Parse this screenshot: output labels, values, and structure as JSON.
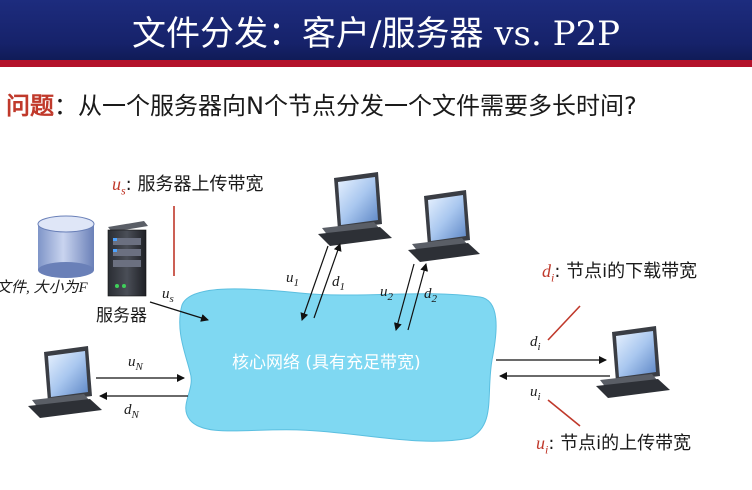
{
  "slide": {
    "title": "文件分发：客户/服务器 vs. P2P",
    "question_label": "问题",
    "question_text": "：从一个服务器向N个节点分发一个文件需要多长时间?"
  },
  "labels": {
    "us_sym": "u",
    "us_sub": "s",
    "us_desc": ": 服务器上传带宽",
    "file_desc": "文件, 大小为F",
    "server_caption": "服务器",
    "server_link_sym": "u",
    "server_link_sub": "s",
    "network": "核心网络 (具有充足带宽)",
    "u1": "u",
    "u1_sub": "1",
    "d1": "d",
    "d1_sub": "1",
    "u2": "u",
    "u2_sub": "2",
    "d2": "d",
    "d2_sub": "2",
    "uN": "u",
    "uN_sub": "N",
    "dN": "d",
    "dN_sub": "N",
    "di": "d",
    "di_sub": "i",
    "ui": "u",
    "ui_sub": "i",
    "di_sym": "d",
    "di_sym_sub": "i",
    "di_desc": ": 节点i的下载带宽",
    "ui_sym": "u",
    "ui_sym_sub": "i",
    "ui_desc": ": 节点i的上传带宽"
  }
}
